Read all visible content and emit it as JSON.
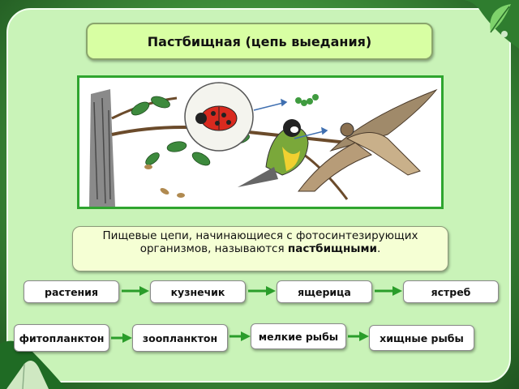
{
  "slide": {
    "title": "Пастбищная (цепь выедания)",
    "description_before": "Пищевые цепи, начинающиеся с фотосинтезирующих организмов, называются ",
    "description_bold": "пастбищными",
    "description_after": "."
  },
  "chain_1": [
    "растения",
    "кузнечик",
    "ящерица",
    "ястреб"
  ],
  "chain_2": [
    "фитопланктон",
    "зоопланктон",
    "мелкие рыбы",
    "хищные рыбы"
  ],
  "colors": {
    "arrow": "#2a9d2a",
    "title_bg": "#d8ffa3",
    "panel_bg": "#c9f3b8",
    "frame": "#3f8f3a"
  },
  "illustration": {
    "icons": [
      "tree-icon",
      "ladybug-icon",
      "caterpillar-icon",
      "titmouse-bird-icon",
      "hawk-icon",
      "leaves-icon"
    ]
  }
}
